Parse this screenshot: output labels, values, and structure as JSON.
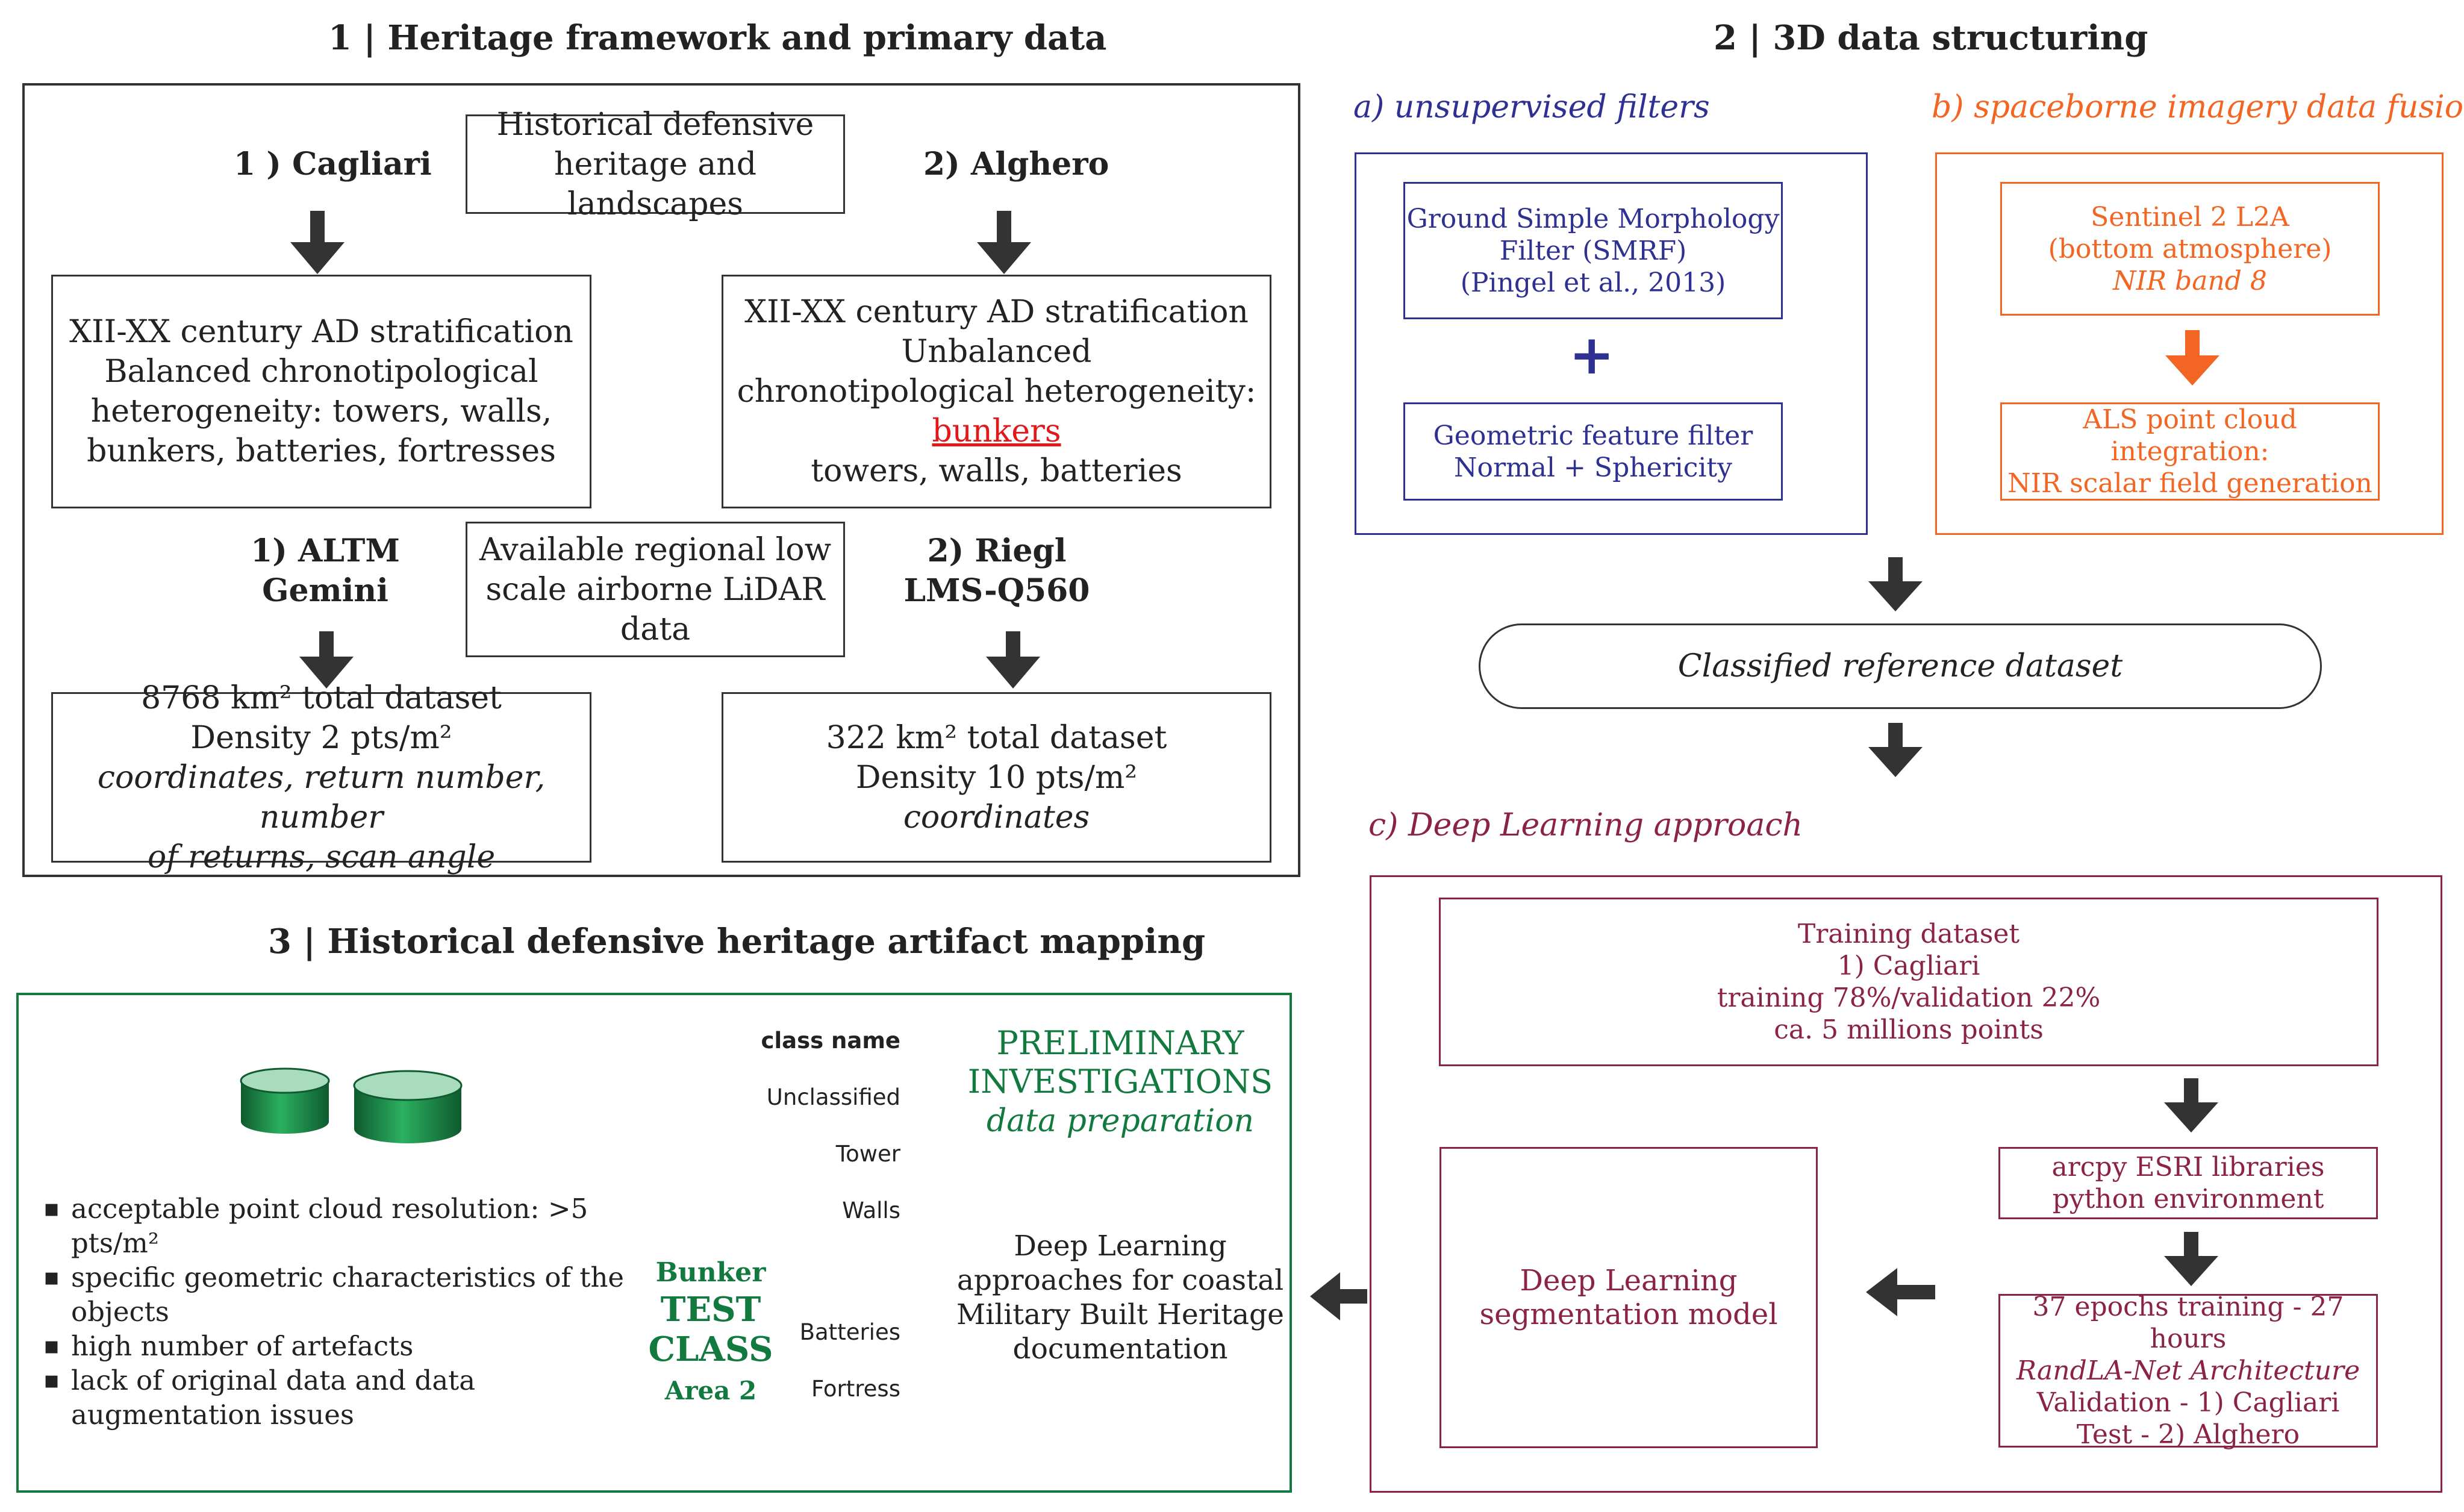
{
  "colors": {
    "dark": "#333333",
    "blue": "#2e3192",
    "orange": "#f26522",
    "maroon": "#8b2346",
    "green": "#127a3f",
    "red": "#e0191a"
  },
  "section1": {
    "title": "1 | Heritage framework and primary data",
    "central_box_1": [
      "Historical defensive",
      "heritage and landscapes"
    ],
    "site1_label": "1 ) Cagliari",
    "site2_label": "2) Alghero",
    "site1_strat": [
      "XII-XX century AD stratification",
      "Balanced chronotipological",
      "heterogeneity: towers, walls,",
      "bunkers, batteries, fortresses"
    ],
    "site2_strat": {
      "lines": [
        "XII-XX century AD stratification",
        "Unbalanced",
        "chronotipological heterogeneity:"
      ],
      "highlight": "bunkers",
      "last": "towers, walls, batteries"
    },
    "central_box_2": [
      "Available regional low",
      "scale airborne LiDAR",
      "data"
    ],
    "sensor1": [
      "1) ALTM",
      "Gemini"
    ],
    "sensor2": [
      "2) Riegl",
      "LMS-Q560"
    ],
    "dataset1": {
      "lines": [
        "8768 km² total dataset",
        "Density 2 pts/m²"
      ],
      "italic": [
        "coordinates, return number, number",
        "of returns,  scan angle"
      ]
    },
    "dataset2": {
      "lines": [
        "322 km² total dataset",
        "Density 10 pts/m²"
      ],
      "italic": [
        "coordinates"
      ]
    }
  },
  "section2": {
    "title": "2 | 3D data structuring",
    "a_title": "a) unsupervised filters",
    "b_title": "b) spaceborne imagery data fusion",
    "smrf": [
      "Ground Simple Morphology",
      "Filter (SMRF)",
      "(Pingel et al., 2013)"
    ],
    "plus": "+",
    "geom": [
      "Geometric feature filter",
      "Normal + Sphericity"
    ],
    "sentinel": {
      "lines": [
        "Sentinel 2 L2A",
        "(bottom atmosphere)"
      ],
      "italic": "NIR band 8"
    },
    "als": [
      "ALS point cloud integration:",
      "NIR scalar field generation"
    ],
    "classified": "Classified reference dataset",
    "c_title": "c) Deep Learning approach",
    "training": [
      "Training dataset",
      "1) Cagliari",
      "training 78%/validation 22%",
      "ca. 5 millions points"
    ],
    "arcpy": [
      "arcpy ESRI libraries",
      "python environment"
    ],
    "epochs": {
      "line1": "37 epochs training - 27 hours",
      "italic": "RandLA-Net Architecture",
      "line3": "Validation - 1) Cagliari",
      "line4": "Test - 2) Alghero"
    },
    "dl_model": [
      "Deep Learning",
      "segmentation model"
    ]
  },
  "section3": {
    "title": "3 | Historical defensive heritage artifact mapping",
    "criteria": [
      "acceptable point cloud resolution: >5 pts/m²",
      "specific geometric characteristics of the objects",
      "high number of artefacts",
      "lack of original data and data augmentation issues"
    ],
    "class_header": "class name",
    "classes": [
      "Unclassified",
      "Tower",
      "Walls",
      "Batteries",
      "Fortress"
    ],
    "bunker": "Bunker",
    "test_class": [
      "TEST",
      "CLASS"
    ],
    "area": "Area 2",
    "prelim": [
      "PRELIMINARY",
      "INVESTIGATIONS"
    ],
    "prelim_italic": "data preparation",
    "dl_doc": [
      "Deep Learning",
      "approaches for coastal",
      "Military Built Heritage",
      "documentation"
    ]
  }
}
